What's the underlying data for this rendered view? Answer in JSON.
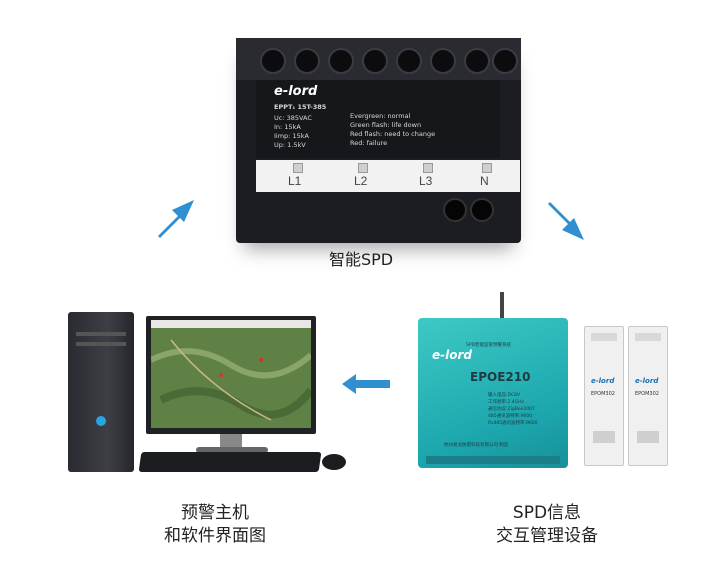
{
  "spd": {
    "brand": "e-lord",
    "model": "EPPT₁ 15T-385",
    "specs": [
      "Uc: 385VAC",
      "In: 15kA",
      "Iimp: 15kA",
      "Up: 1.5kV"
    ],
    "status_legend": [
      "Evergreen: normal",
      "Green flash: life down",
      "Red flash: need to change",
      "Red: failure"
    ],
    "phases": [
      "L1",
      "L2",
      "L3",
      "N"
    ],
    "caption": "智能SPD"
  },
  "host": {
    "caption_line1": "预警主机",
    "caption_line2": "和软件界面图"
  },
  "device": {
    "header": "SPD智能监管预警系统",
    "brand": "e-lord",
    "model": "EPOE210",
    "spec_lines": [
      "输入电压:DC8V",
      "工作频率:2.4GHz",
      "通信协议:ZigBee2007",
      "485通讯波特率:9600",
      "Rs485通讯波特率:9600"
    ],
    "manufacturer": "杭州易龙防雷科技有限公司  制造",
    "caption_line1": "SPD信息",
    "caption_line2": "交互管理设备"
  },
  "modules": {
    "brand": "e-lord",
    "model": "EPOM302"
  },
  "colors": {
    "arrow": "#2f8fd0",
    "device_teal": "#2bbac0",
    "spd_body": "#1c1d22"
  }
}
